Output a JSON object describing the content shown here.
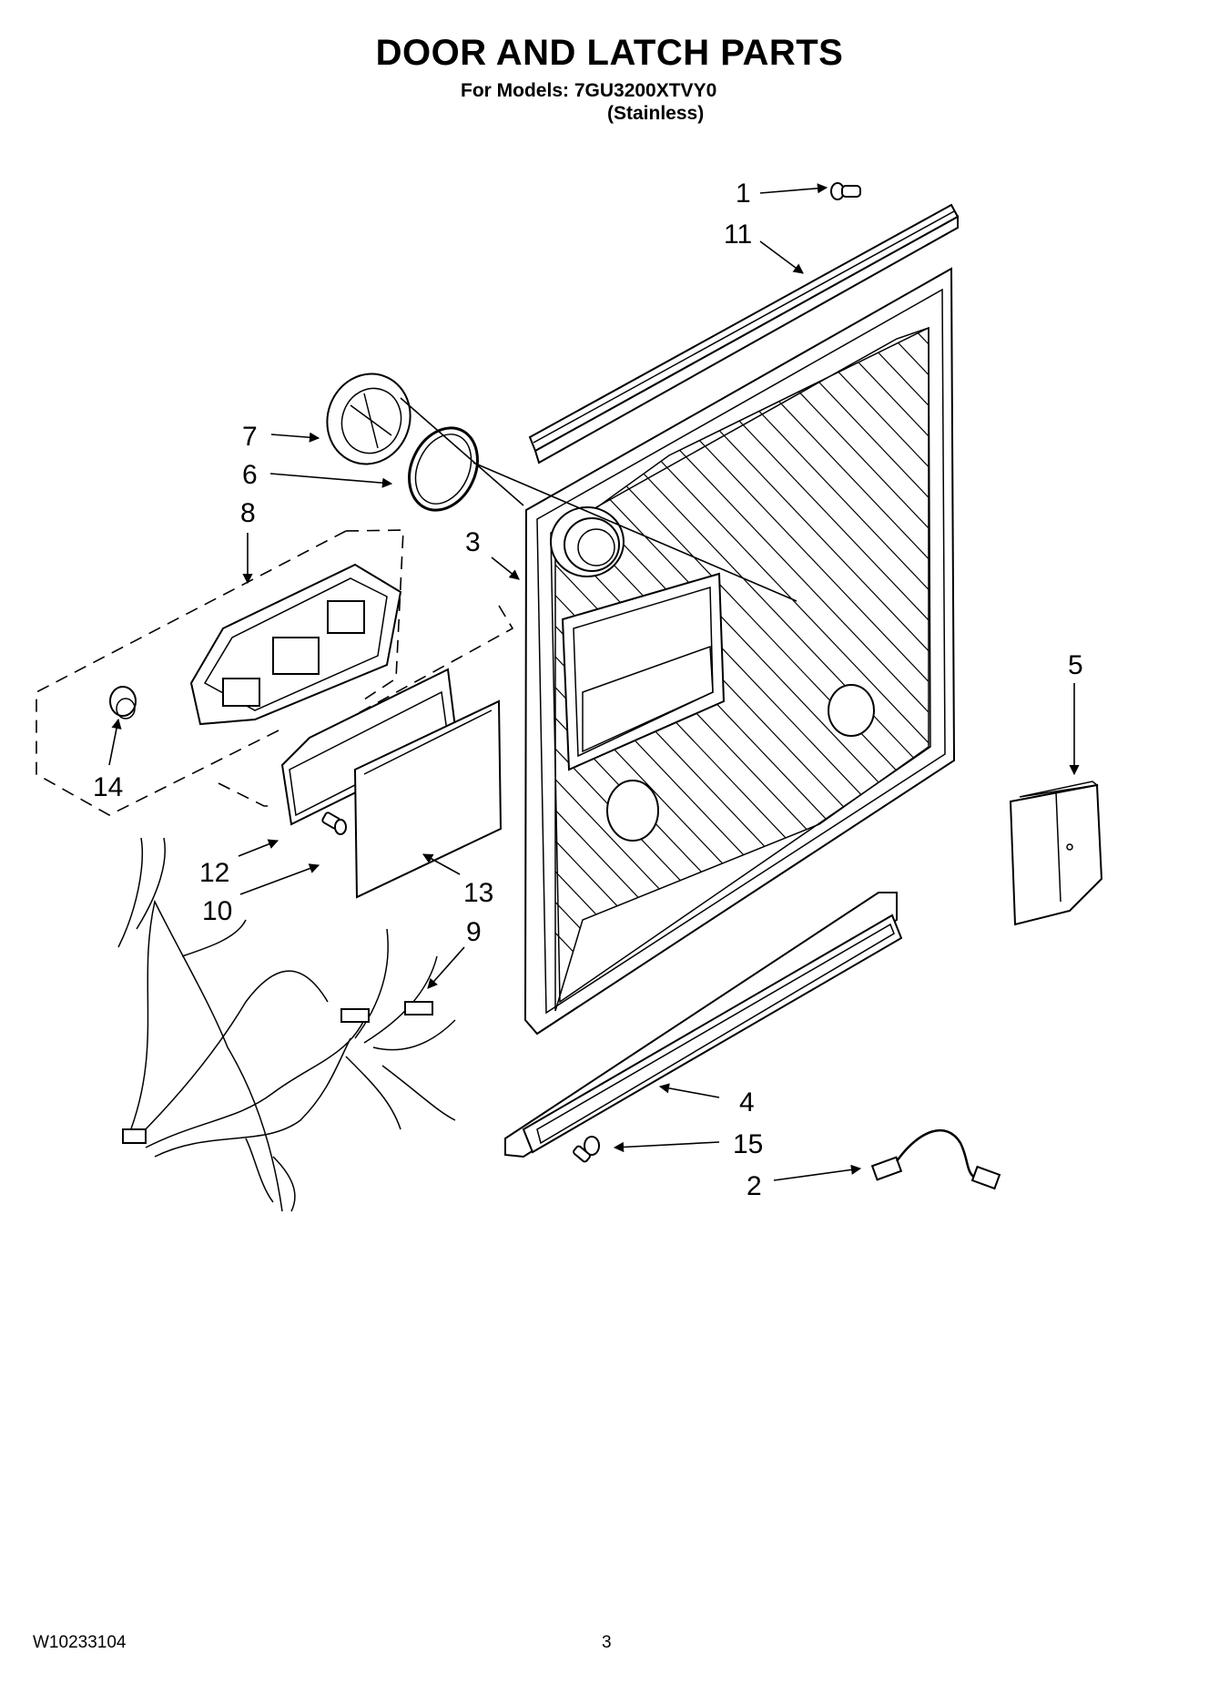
{
  "header": {
    "title": "DOOR AND LATCH PARTS",
    "models_line": "For Models: 7GU3200XTVY0",
    "finish_line": "(Stainless)"
  },
  "footer": {
    "doc_number": "W10233104",
    "page_number": "3"
  },
  "callouts": {
    "c1": "1",
    "c11": "11",
    "c7": "7",
    "c6": "6",
    "c8": "8",
    "c3": "3",
    "c5": "5",
    "c14": "14",
    "c12": "12",
    "c10": "10",
    "c13": "13",
    "c9": "9",
    "c4": "4",
    "c15": "15",
    "c2": "2"
  }
}
